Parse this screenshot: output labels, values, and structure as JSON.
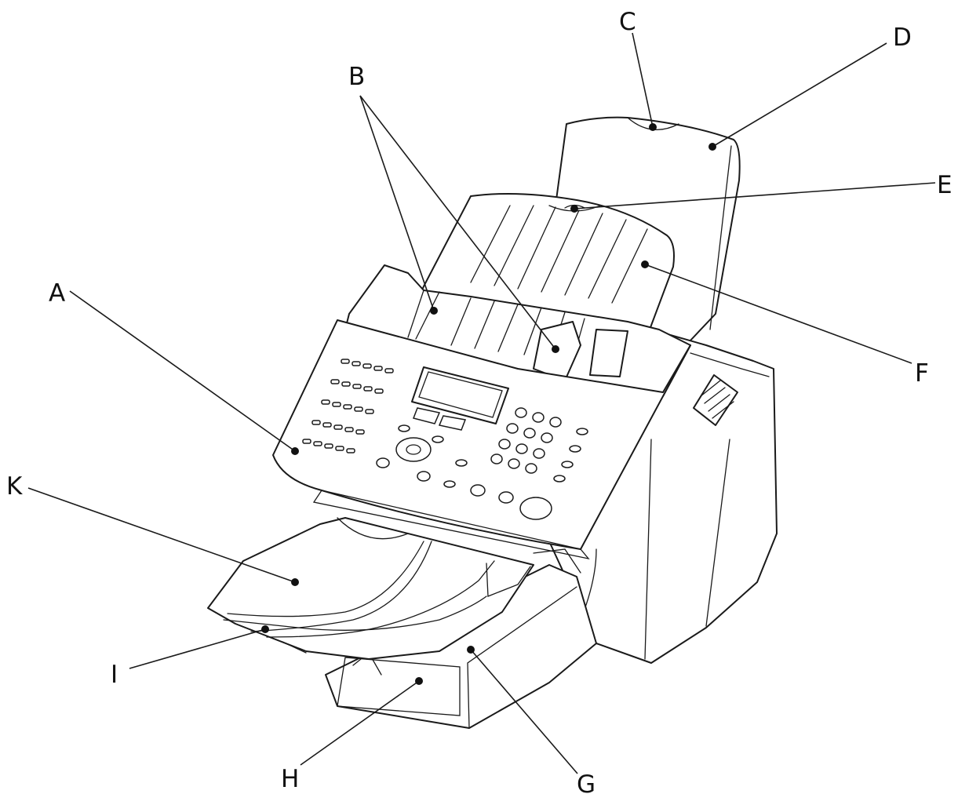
{
  "labels": {
    "A": "A",
    "B": "B",
    "C": "C",
    "D": "D",
    "E": "E",
    "F": "F",
    "G": "G",
    "H": "H",
    "I": "I",
    "K": "K"
  }
}
